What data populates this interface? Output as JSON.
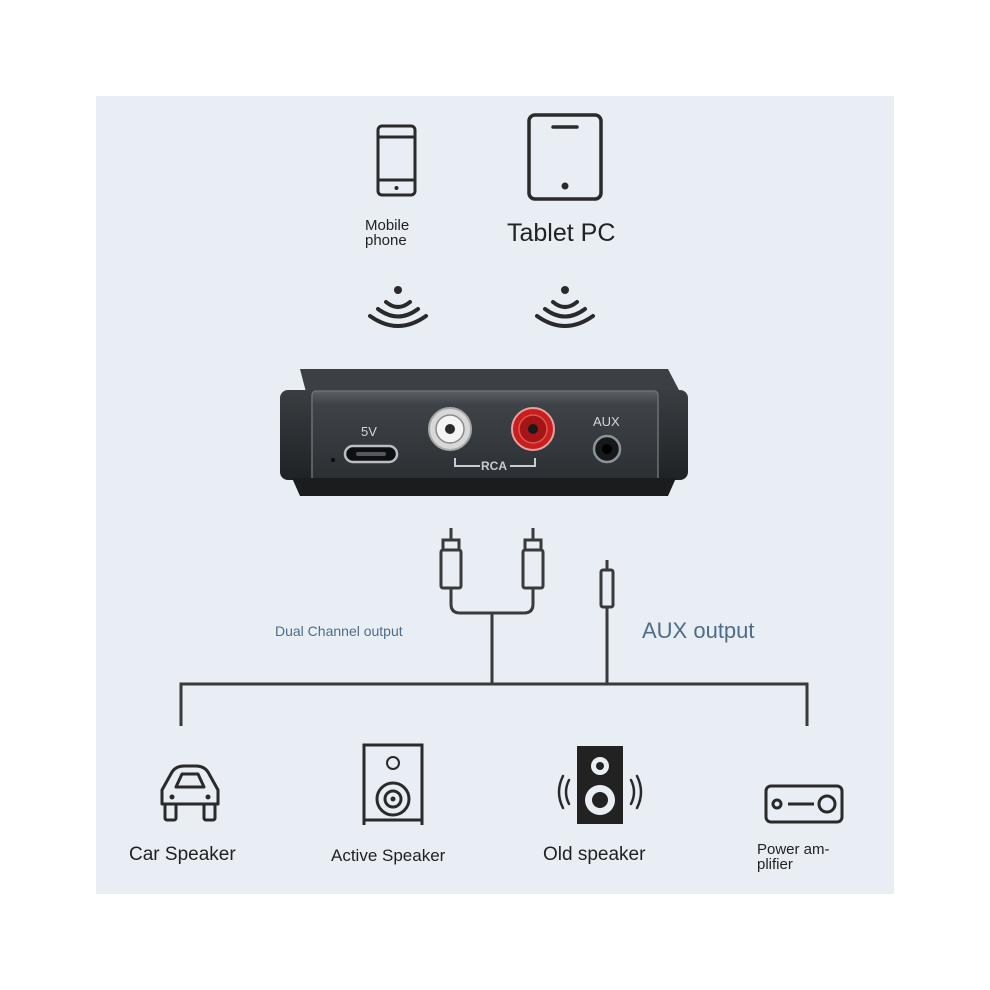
{
  "sources": {
    "mobile_label_line1": "Mobile",
    "mobile_label_line2": "phone",
    "tablet_label": "Tablet PC"
  },
  "device": {
    "port_5v": "5V",
    "port_rca": "RCA",
    "port_aux": "AUX"
  },
  "outputs": {
    "dual_channel": "Dual Channel output",
    "aux": "AUX output"
  },
  "destinations": {
    "car": "Car Speaker",
    "active": "Active Speaker",
    "old": "Old speaker",
    "power_amp_line1": "Power am-",
    "power_amp_line2": "plifier"
  },
  "colors": {
    "panel_bg": "#e8eef4",
    "device_body": "#2e3236",
    "rca_red": "#c81e1e",
    "rca_white": "#f2f2f2",
    "label_blue": "#4d6d8a"
  }
}
